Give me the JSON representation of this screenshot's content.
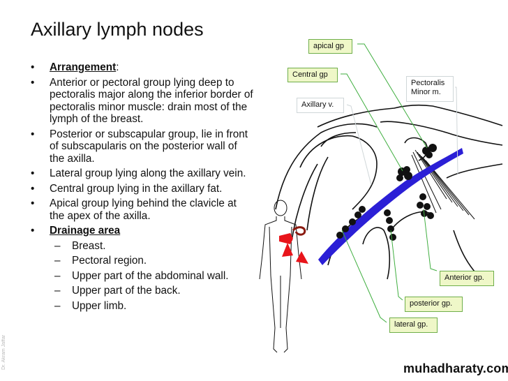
{
  "slide": {
    "title": "Axillary lymph nodes",
    "bullets": [
      {
        "symbol": "•",
        "heading": "Arrangement",
        "text": ":"
      },
      {
        "symbol": "•",
        "text": "Anterior or pectoral group lying deep to pectoralis major along the inferior border of pectoralis minor muscle: drain most of the lymph of the breast."
      },
      {
        "symbol": "•",
        "text": "Posterior or subscapular group, lie in front of subscapularis on the posterior wall of the axilla."
      },
      {
        "symbol": "•",
        "text": "Lateral group lying along the axillary vein."
      },
      {
        "symbol": "•",
        "text": "Central group lying in the axillary fat."
      },
      {
        "symbol": "•",
        "text": "Apical group lying behind the clavicle at the apex of the axilla."
      },
      {
        "symbol": "•",
        "heading": "Drainage area"
      }
    ],
    "drainage_items": [
      {
        "symbol": "–",
        "text": "Breast."
      },
      {
        "symbol": "–",
        "text": "Pectoral region."
      },
      {
        "symbol": "–",
        "text": "Upper part of the abdominal wall."
      },
      {
        "symbol": "–",
        "text": "Upper part of the back."
      },
      {
        "symbol": "–",
        "text": "Upper limb."
      }
    ],
    "watermark": "Dr. Akram Jaffar",
    "site": "muhadharaty.com"
  },
  "diagram": {
    "labels": {
      "apical": "apical gp",
      "central": "Central gp",
      "axillary_vein": "Axillary v.",
      "pectoralis_minor": "Pectoralis Minor m.",
      "anterior": "Anterior gp.",
      "posterior": "posterior gp.",
      "lateral": "lateral gp."
    },
    "colors": {
      "vein": "#2b1fd6",
      "node": "#111111",
      "leader": "#3fae3f",
      "label_fill": "#eff7c8",
      "label_border": "#6fae4a",
      "arrow": "#e8141a"
    }
  }
}
